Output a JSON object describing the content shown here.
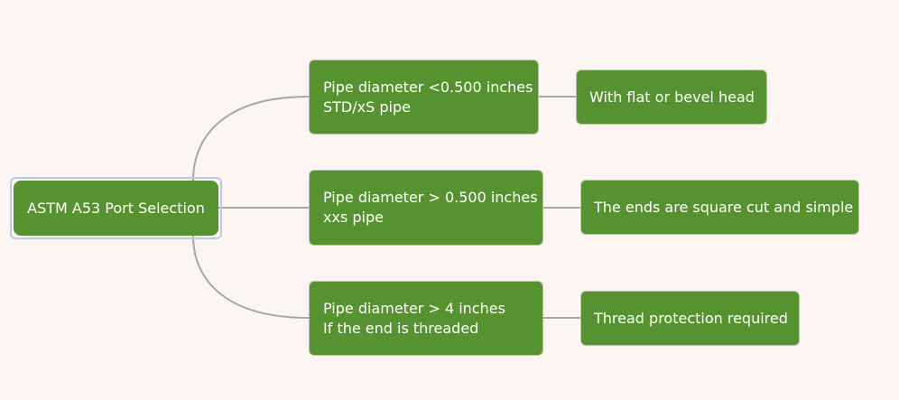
{
  "diagram": {
    "root": {
      "label": "ASTM A53 Port Selection"
    },
    "branches": [
      {
        "lines": [
          "Pipe diameter <0.500 inches",
          "STD/xS pipe"
        ],
        "result": "With flat or bevel head"
      },
      {
        "lines": [
          "Pipe diameter > 0.500 inches",
          "xxs pipe"
        ],
        "result": "The ends are square cut and simple"
      },
      {
        "lines": [
          "Pipe diameter > 4 inches",
          "If the end is threaded"
        ],
        "result": "Thread protection required"
      }
    ]
  },
  "colors": {
    "background": "#fdf5f1",
    "node_fill": "#569330",
    "node_text": "#ffffff",
    "connector": "#a6a6a6",
    "root_selection": "#b9cbe8"
  }
}
